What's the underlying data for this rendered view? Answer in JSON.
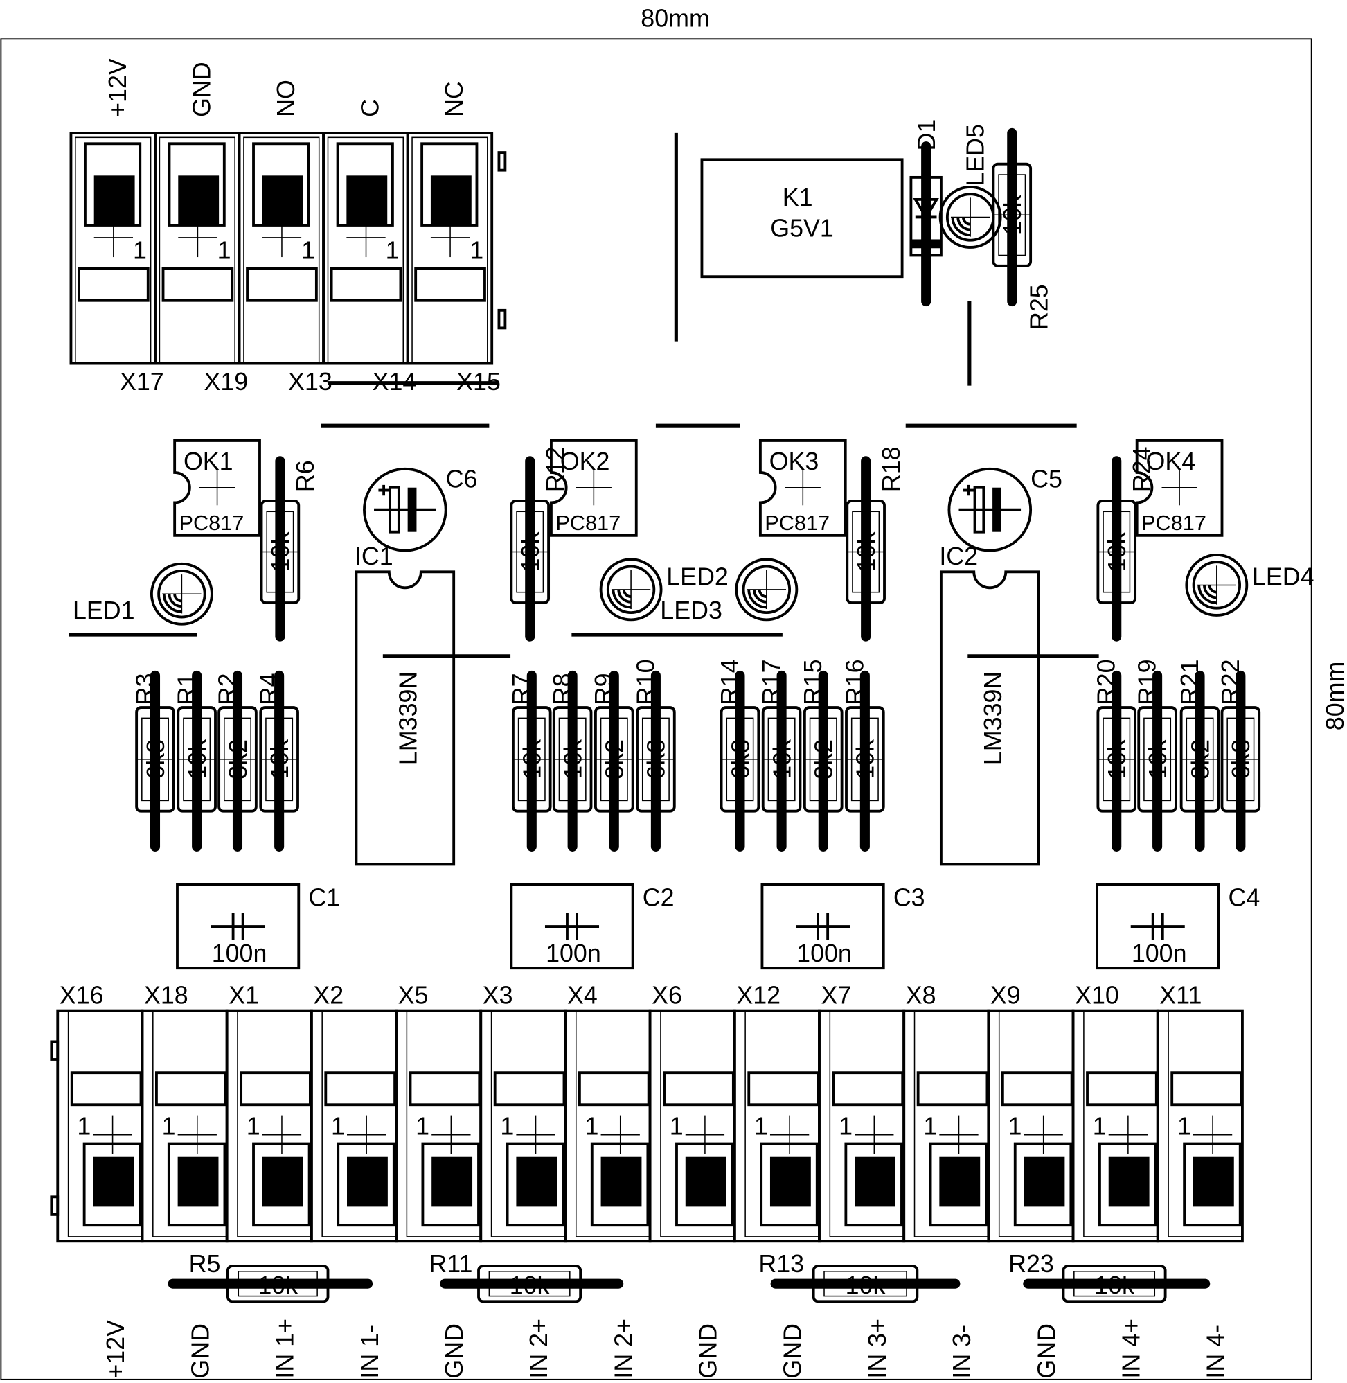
{
  "dimensions": {
    "width_label": "80mm",
    "height_label": "80mm"
  },
  "top_terminals": [
    {
      "ref": "X17",
      "signal": "+12V",
      "pin": "1"
    },
    {
      "ref": "X19",
      "signal": "GND",
      "pin": "1"
    },
    {
      "ref": "X13",
      "signal": "NO",
      "pin": "1"
    },
    {
      "ref": "X14",
      "signal": "C",
      "pin": "1"
    },
    {
      "ref": "X15",
      "signal": "NC",
      "pin": "1"
    }
  ],
  "relay": {
    "ref": "K1",
    "value": "G5V1"
  },
  "diode": {
    "ref": "D1"
  },
  "led5": {
    "ref": "LED5"
  },
  "r25": {
    "ref": "R25",
    "value": "10k"
  },
  "optocouplers": [
    {
      "ref": "OK1",
      "value": "PC817"
    },
    {
      "ref": "OK2",
      "value": "PC817"
    },
    {
      "ref": "OK3",
      "value": "PC817"
    },
    {
      "ref": "OK4",
      "value": "PC817"
    }
  ],
  "upper_resistors": [
    {
      "ref": "R6",
      "value": "10k"
    },
    {
      "ref": "R12",
      "value": "10k"
    },
    {
      "ref": "R18",
      "value": "10k"
    },
    {
      "ref": "R24",
      "value": "10k"
    }
  ],
  "electrolytic_caps": [
    {
      "ref": "C6"
    },
    {
      "ref": "C5"
    }
  ],
  "ics": [
    {
      "ref": "IC1",
      "value": "LM339N"
    },
    {
      "ref": "IC2",
      "value": "LM339N"
    }
  ],
  "leds": [
    {
      "ref": "LED1"
    },
    {
      "ref": "LED2"
    },
    {
      "ref": "LED3"
    },
    {
      "ref": "LED4"
    }
  ],
  "resistor_groups": [
    [
      {
        "ref": "R3",
        "value": "6k8"
      },
      {
        "ref": "R1",
        "value": "10k"
      },
      {
        "ref": "R2",
        "value": "8k2"
      },
      {
        "ref": "R4",
        "value": "10k"
      }
    ],
    [
      {
        "ref": "R7",
        "value": "10k"
      },
      {
        "ref": "R8",
        "value": "10k"
      },
      {
        "ref": "R9",
        "value": "8k2"
      },
      {
        "ref": "R10",
        "value": "6k8"
      }
    ],
    [
      {
        "ref": "R14",
        "value": "6k8"
      },
      {
        "ref": "R17",
        "value": "10k"
      },
      {
        "ref": "R15",
        "value": "8k2"
      },
      {
        "ref": "R16",
        "value": "10k"
      }
    ],
    [
      {
        "ref": "R20",
        "value": "10k"
      },
      {
        "ref": "R19",
        "value": "10k"
      },
      {
        "ref": "R21",
        "value": "8k2"
      },
      {
        "ref": "R22",
        "value": "6k8"
      }
    ]
  ],
  "capacitors": [
    {
      "ref": "C1",
      "value": "100n"
    },
    {
      "ref": "C2",
      "value": "100n"
    },
    {
      "ref": "C3",
      "value": "100n"
    },
    {
      "ref": "C4",
      "value": "100n"
    }
  ],
  "bottom_terminals": [
    {
      "ref": "X16",
      "signal": "+12V",
      "pin": "1"
    },
    {
      "ref": "X18",
      "signal": "GND",
      "pin": "1"
    },
    {
      "ref": "X1",
      "signal": "IN 1+",
      "pin": "1"
    },
    {
      "ref": "X2",
      "signal": "IN 1-",
      "pin": "1"
    },
    {
      "ref": "X5",
      "signal": "GND",
      "pin": "1"
    },
    {
      "ref": "X3",
      "signal": "IN 2+",
      "pin": "1"
    },
    {
      "ref": "X4",
      "signal": "IN 2+",
      "pin": "1"
    },
    {
      "ref": "X6",
      "signal": "GND",
      "pin": "1"
    },
    {
      "ref": "X12",
      "signal": "GND",
      "pin": "1"
    },
    {
      "ref": "X7",
      "signal": "IN 3+",
      "pin": "1"
    },
    {
      "ref": "X8",
      "signal": "IN 3-",
      "pin": "1"
    },
    {
      "ref": "X9",
      "signal": "GND",
      "pin": "1"
    },
    {
      "ref": "X10",
      "signal": "IN 4+",
      "pin": "1"
    },
    {
      "ref": "X11",
      "signal": "IN 4-",
      "pin": "1"
    }
  ],
  "bottom_resistors": [
    {
      "ref": "R5",
      "value": "10k"
    },
    {
      "ref": "R11",
      "value": "10k"
    },
    {
      "ref": "R13",
      "value": "10k"
    },
    {
      "ref": "R23",
      "value": "10k"
    }
  ]
}
